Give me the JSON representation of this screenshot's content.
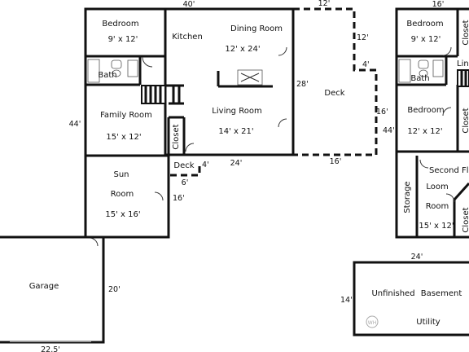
{
  "rooms": {
    "bedroom_main": "Bedroom",
    "bedroom_main_size": "9' x 12'",
    "bath_main": "Bath",
    "kitchen": "Kitchen",
    "dining": "Dining Room",
    "dining_size": "12' x 24'",
    "living": "Living Room",
    "living_size": "14' x 21'",
    "family": "Family Room",
    "family_size": "15' x 12'",
    "closet_main": "Closet",
    "deck_small": "Deck",
    "deck_large": "Deck",
    "sun_1": "Sun",
    "sun_2": "Room",
    "sun_size": "15' x 16'",
    "garage": "Garage",
    "bedroom_up1": "Bedroom",
    "bedroom_up1_size": "9' x 12'",
    "closet_up1": "Closet",
    "linen_up": "Linen",
    "bath_up": "Bath",
    "bedroom_up2": "Bedroom",
    "bedroom_up2_size": "12' x 12'",
    "closet_up2": "Closet",
    "second_floor": "Second Floor",
    "storage": "Storage",
    "loom_1": "Loom",
    "loom_2": "Room",
    "loom_size": "15' x 12'",
    "closet_up3": "Closet",
    "basement_1": "Unfinished",
    "basement_2": "Basement",
    "utility": "Utility"
  },
  "dims": {
    "top_40": "40'",
    "deck_12": "12'",
    "deck_12b": "12'",
    "deck_4": "4'",
    "house_28": "28'",
    "deck_16r": "16'",
    "left_44": "44'",
    "bottom_24": "24'",
    "deck_4s": "4'",
    "deck_6": "6'",
    "deck_16b": "16'",
    "sun_16": "16'",
    "garage_20": "20'",
    "garage_225": "22.5'",
    "up_16": "16'",
    "up_44": "44'",
    "base_24": "24'",
    "base_14": "14'"
  },
  "icons": {
    "water_heater": "WH"
  }
}
